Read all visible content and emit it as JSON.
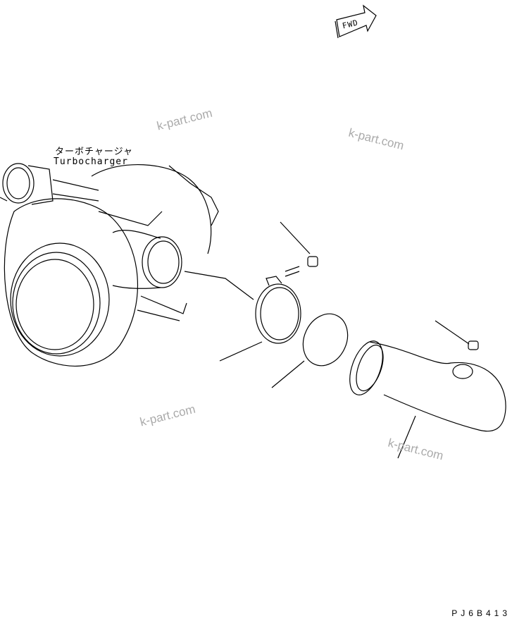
{
  "labels": {
    "part_name_jp": "ターボチャージャ",
    "part_name_en": "Turbocharger",
    "direction": "FWD",
    "drawing_code": "PJ6B413"
  },
  "watermarks": [
    "k-part.com",
    "k-part.com",
    "k-part.com",
    "k-part.com"
  ]
}
